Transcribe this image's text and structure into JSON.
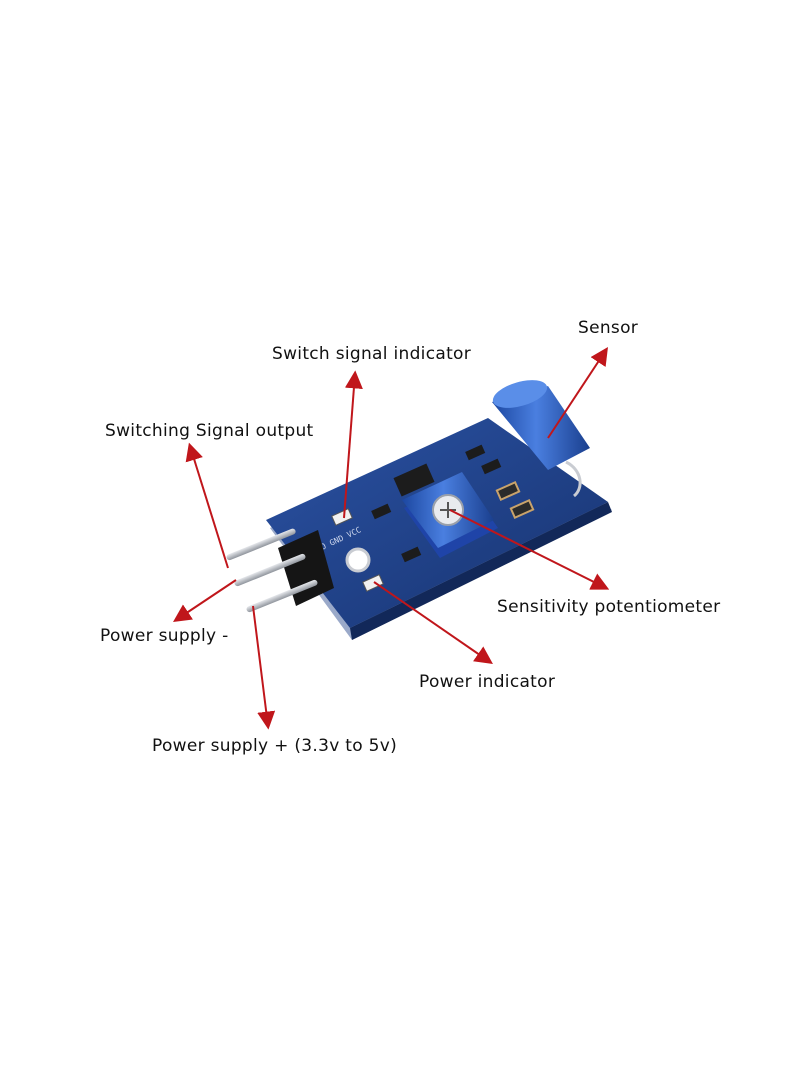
{
  "labels": {
    "sensor": "Sensor",
    "switch_signal_indicator": "Switch signal indicator",
    "switching_signal_output": "Switching Signal output",
    "sensitivity_potentiometer": "Sensitivity potentiometer",
    "power_supply_minus": "Power supply -",
    "power_indicator": "Power indicator",
    "power_supply_plus": "Power supply + (3.3v to 5v)"
  },
  "colors": {
    "arrow": "#c0161b",
    "pcb": "#1f3f86",
    "potentiometer": "#2f59c4",
    "sensor_body": "#2a5fc2",
    "pin": "#b9bcc2",
    "component": "#1c1c1c"
  }
}
